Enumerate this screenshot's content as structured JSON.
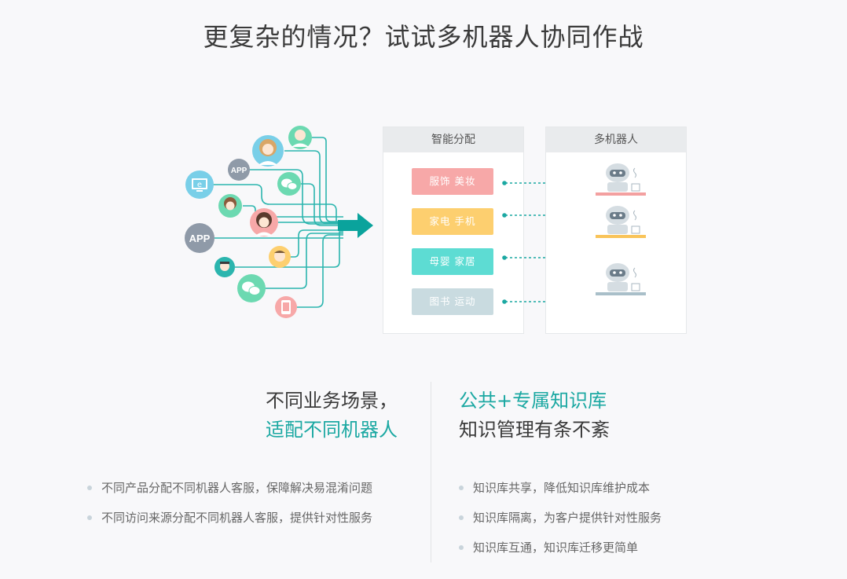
{
  "title": "更复杂的情况？试试多机器人协同作战",
  "diagram": {
    "sources": [
      {
        "name": "avatar-woman-green"
      },
      {
        "name": "avatar-woman-blue"
      },
      {
        "name": "app-label-small",
        "label": "APP"
      },
      {
        "name": "browser-icon"
      },
      {
        "name": "wechat-icon"
      },
      {
        "name": "avatar-girl-green"
      },
      {
        "name": "avatar-woman-pink"
      },
      {
        "name": "app-label-large",
        "label": "APP"
      },
      {
        "name": "avatar-man-yellow"
      },
      {
        "name": "avatar-man-teal"
      },
      {
        "name": "wechat-icon-2"
      },
      {
        "name": "mobile-icon"
      }
    ],
    "dispatch": {
      "title": "智能分配",
      "categories": [
        {
          "label": "服饰 美妆",
          "color": "#f7a8a8"
        },
        {
          "label": "家电 手机",
          "color": "#fdcf6f"
        },
        {
          "label": "母婴 家居",
          "color": "#5ddcd3"
        },
        {
          "label": "图书 运动",
          "color": "#c9dbe0"
        }
      ]
    },
    "robots": {
      "title": "多机器人",
      "colors": [
        "#f3a0a0",
        "#f9c45a",
        "#a9bfc9"
      ]
    }
  },
  "left": {
    "heading_line1": "不同业务场景，",
    "heading_line2": "适配不同机器人",
    "bullets": [
      "不同产品分配不同机器人客服，保障解决易混淆问题",
      "不同访问来源分配不同机器人客服，提供针对性服务"
    ]
  },
  "right": {
    "heading_line1": "公共+专属知识库",
    "heading_line2": "知识管理有条不紊",
    "bullets": [
      "知识库共享，降低知识库维护成本",
      "知识库隔离，为客户提供针对性服务",
      "知识库互通，知识库迁移更简单"
    ]
  },
  "colors": {
    "accent": "#1ba8a2",
    "text": "#3a3a3a"
  }
}
